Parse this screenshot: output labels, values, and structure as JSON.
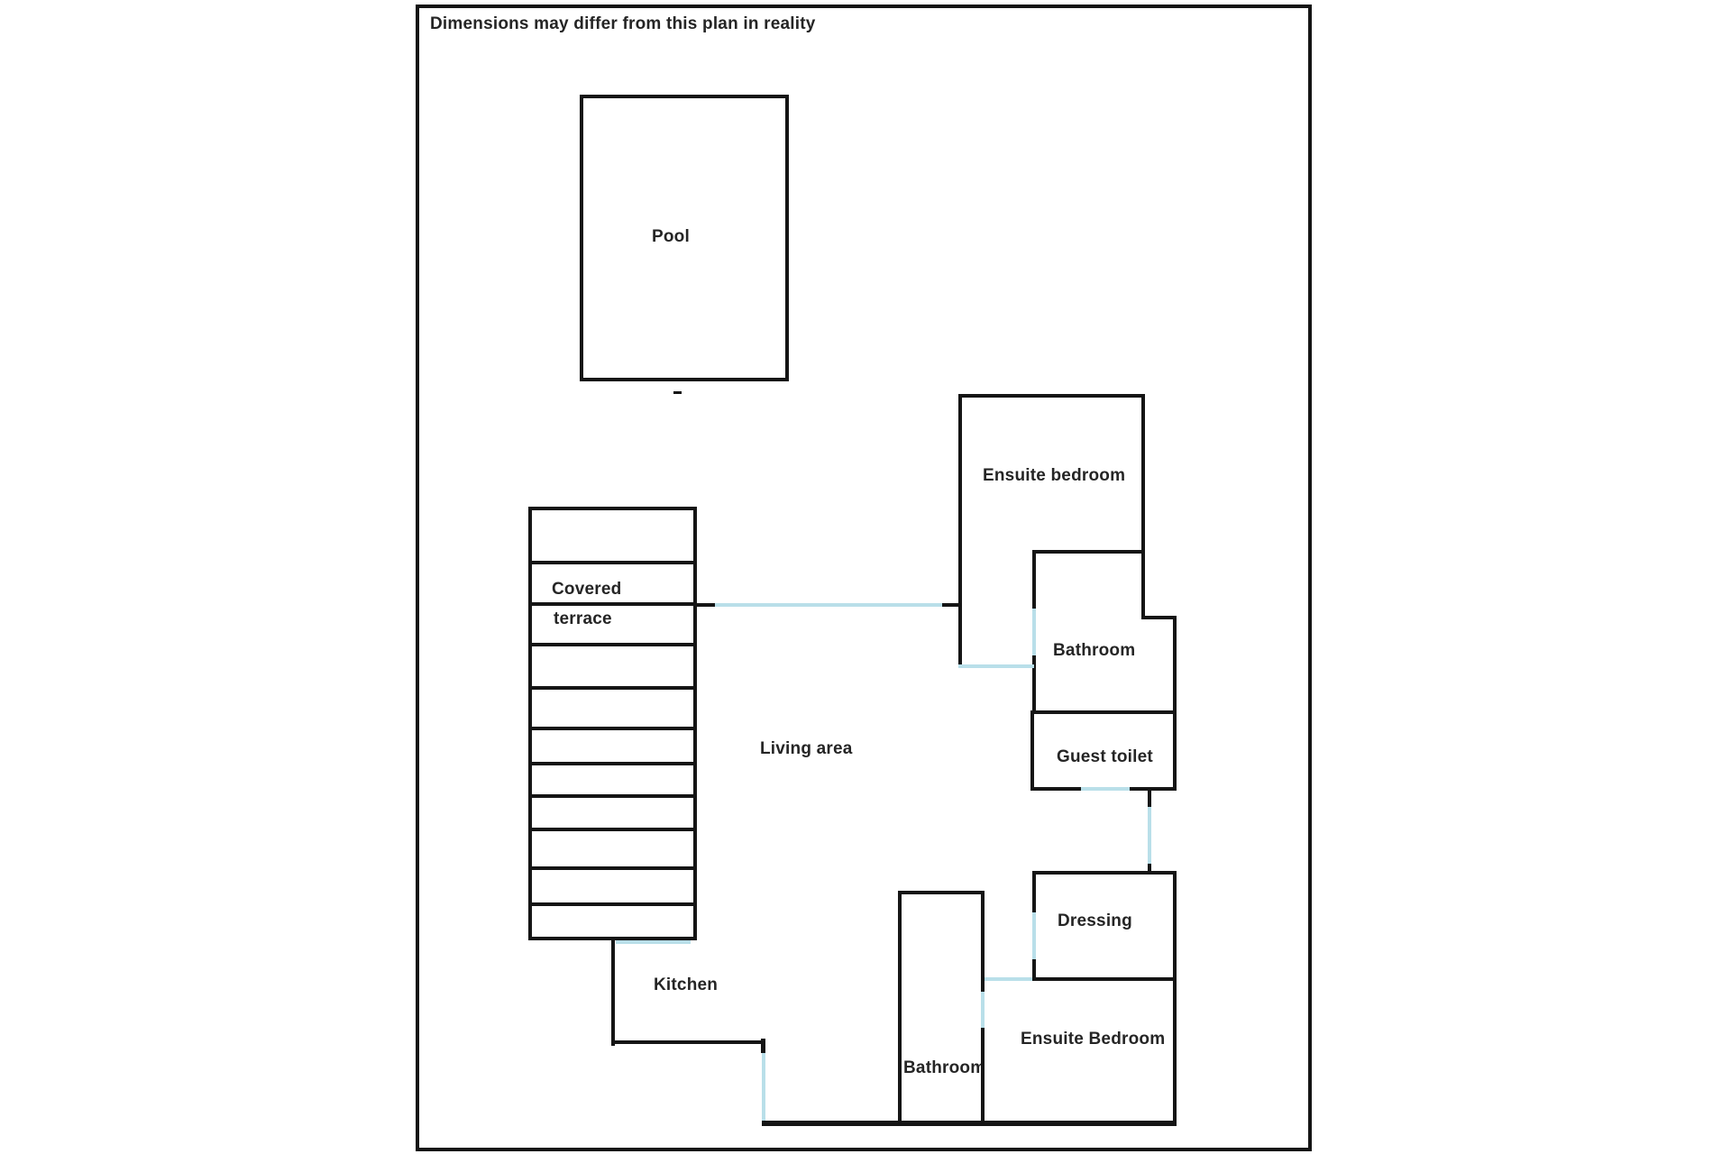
{
  "disclaimer": "Dimensions may differ from this plan in reality",
  "rooms": {
    "pool": "Pool",
    "covered_terrace_line1": "Covered",
    "covered_terrace_line2": "terrace",
    "living_area": "Living area",
    "kitchen": "Kitchen",
    "ensuite_bedroom_top": "Ensuite bedroom",
    "bathroom_top": "Bathroom",
    "guest_toilet": "Guest toilet",
    "dressing": "Dressing",
    "ensuite_bedroom_bottom": "Ensuite Bedroom",
    "bathroom_bottom": "Bathroom"
  },
  "colors": {
    "wall": "#151515",
    "opening": "#b9dfe9",
    "text": "#252525",
    "background": "#ffffff"
  }
}
